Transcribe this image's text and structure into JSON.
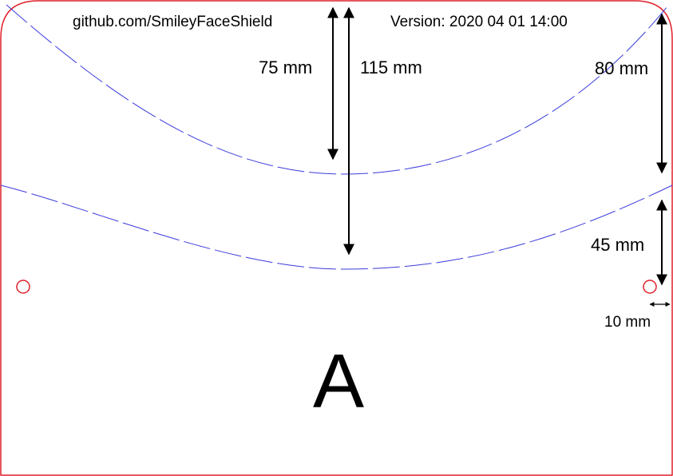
{
  "header": {
    "url": "github.com/SmileyFaceShield",
    "version": "Version: 2020 04 01 14:00"
  },
  "dimensions": {
    "d75": "75 mm",
    "d115": "115 mm",
    "d80": "80 mm",
    "d45": "45 mm",
    "d10": "10 mm"
  },
  "part_letter": "A",
  "colors": {
    "outline": "#e0202a",
    "cut_line": "#3b3bdc",
    "arrow": "#000000"
  }
}
